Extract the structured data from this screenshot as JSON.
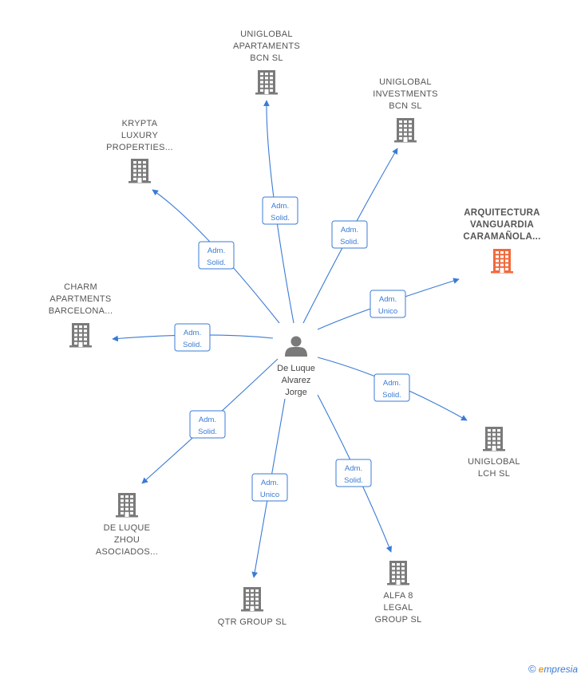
{
  "colors": {
    "edge": "#3a7bd5",
    "building": "#7a7a7a",
    "building_highlight": "#f26a3c",
    "person": "#7a7a7a",
    "label": "#555555"
  },
  "center": {
    "name": "De Luque Alvarez Jorge",
    "lines": [
      "De Luque",
      "Alvarez",
      "Jorge"
    ],
    "icon": "person-icon"
  },
  "companies": [
    {
      "id": "uniglobal-apartaments",
      "lines": [
        "UNIGLOBAL",
        "APARTAMENTS",
        "BCN  SL"
      ],
      "role": [
        "Adm.",
        "Solid."
      ],
      "highlight": false,
      "icon": "building-icon"
    },
    {
      "id": "uniglobal-investments",
      "lines": [
        "UNIGLOBAL",
        "INVESTMENTS",
        "BCN  SL"
      ],
      "role": [
        "Adm.",
        "Solid."
      ],
      "highlight": false,
      "icon": "building-icon"
    },
    {
      "id": "krypta-luxury",
      "lines": [
        "KRYPTA",
        "LUXURY",
        "PROPERTIES..."
      ],
      "role": [
        "Adm.",
        "Solid."
      ],
      "highlight": false,
      "icon": "building-icon"
    },
    {
      "id": "arquitectura-vanguardia",
      "lines": [
        "ARQUITECTURA",
        "VANGUARDIA",
        "CARAMAÑOLA..."
      ],
      "role": [
        "Adm.",
        "Unico"
      ],
      "highlight": true,
      "icon": "building-icon"
    },
    {
      "id": "charm-apartments",
      "lines": [
        "CHARM",
        "APARTMENTS",
        "BARCELONA..."
      ],
      "role": [
        "Adm.",
        "Solid."
      ],
      "highlight": false,
      "icon": "building-icon"
    },
    {
      "id": "uniglobal-lch",
      "lines": [
        "UNIGLOBAL",
        "LCH  SL"
      ],
      "role": [
        "Adm.",
        "Solid."
      ],
      "highlight": false,
      "icon": "building-icon"
    },
    {
      "id": "de-luque-zhou",
      "lines": [
        "DE LUQUE",
        "ZHOU",
        "ASOCIADOS..."
      ],
      "role": [
        "Adm.",
        "Solid."
      ],
      "highlight": false,
      "icon": "building-icon"
    },
    {
      "id": "alfa-8-legal",
      "lines": [
        "ALFA 8",
        "LEGAL",
        "GROUP  SL"
      ],
      "role": [
        "Adm.",
        "Solid."
      ],
      "highlight": false,
      "icon": "building-icon"
    },
    {
      "id": "qtr-group",
      "lines": [
        "QTR GROUP SL"
      ],
      "role": [
        "Adm.",
        "Unico"
      ],
      "highlight": false,
      "icon": "building-icon"
    }
  ],
  "footer": {
    "copyright": "©",
    "brand_e": "e",
    "brand_rest": "mpresia"
  }
}
